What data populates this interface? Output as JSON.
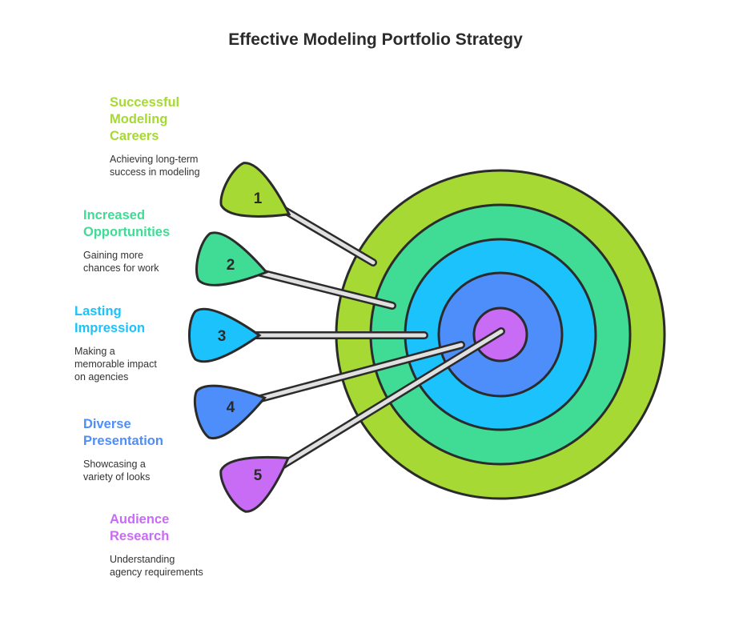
{
  "title": "Effective Modeling Portfolio Strategy",
  "colors": {
    "ring1": "#A6D934",
    "ring2": "#40DB95",
    "ring3": "#1BC2FB",
    "ring4": "#4E8EFA",
    "ring5": "#C86BF5",
    "outline": "#2b2b2b",
    "shaft": "#e0e0e0"
  },
  "items": [
    {
      "number": "1",
      "title": "Successful Modeling Careers",
      "title_lines": [
        "Successful",
        "Modeling",
        "Careers"
      ],
      "desc_lines": [
        "Achieving long-term",
        "success in modeling"
      ],
      "color": "#A6D934"
    },
    {
      "number": "2",
      "title": "Increased Opportunities",
      "title_lines": [
        "Increased",
        "Opportunities"
      ],
      "desc_lines": [
        "Gaining more",
        "chances for work"
      ],
      "color": "#40DB95"
    },
    {
      "number": "3",
      "title": "Lasting Impression",
      "title_lines": [
        "Lasting",
        "Impression"
      ],
      "desc_lines": [
        "Making a",
        "memorable impact",
        "on agencies"
      ],
      "color": "#1BC2FB"
    },
    {
      "number": "4",
      "title": "Diverse Presentation",
      "title_lines": [
        "Diverse",
        "Presentation"
      ],
      "desc_lines": [
        "Showcasing a",
        "variety of looks"
      ],
      "color": "#4E8EFA"
    },
    {
      "number": "5",
      "title": "Audience Research",
      "title_lines": [
        "Audience",
        "Research"
      ],
      "desc_lines": [
        "Understanding",
        "agency requirements"
      ],
      "color": "#C86BF5"
    }
  ]
}
